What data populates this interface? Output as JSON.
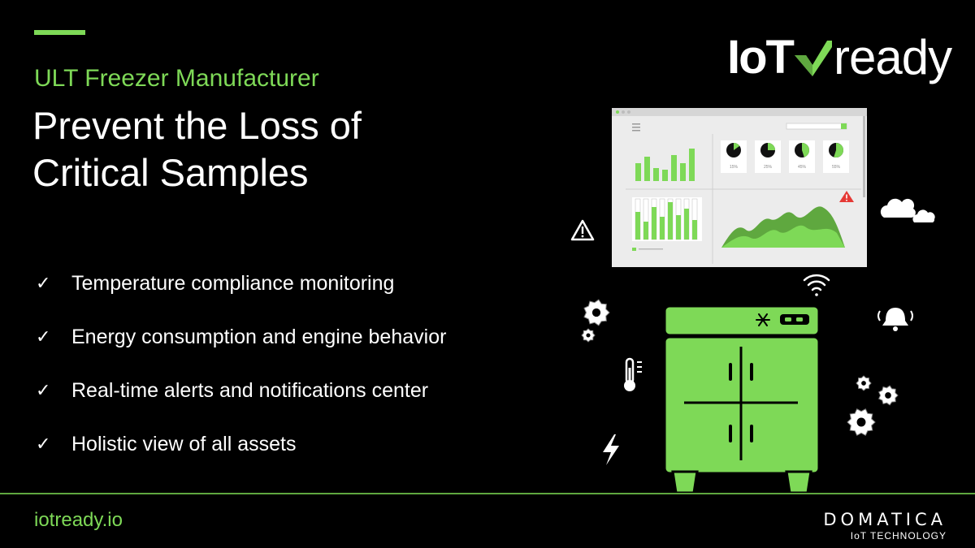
{
  "header": {
    "subtitle": "ULT Freezer Manufacturer",
    "title": "Prevent the Loss of Critical Samples"
  },
  "features": [
    "Temperature compliance monitoring",
    "Energy consumption and engine behavior",
    "Real-time alerts and notifications center",
    "Holistic view of all assets"
  ],
  "check_glyph": "✓",
  "footer": {
    "website": "iotready.io",
    "company": "DOMATICA",
    "company_tagline": "IoT TECHNOLOGY"
  },
  "brand": {
    "iot": "IoT",
    "ready": "ready"
  },
  "dashboard": {
    "gauges": [
      "15%",
      "25%",
      "45%",
      "55%"
    ],
    "gauge_fractions": [
      0.15,
      0.25,
      0.45,
      0.55
    ]
  },
  "colors": {
    "background": "#000000",
    "accent": "#7ed957",
    "accent_dark": "#5fa83f",
    "text": "#ffffff",
    "alert": "#e53935"
  },
  "icons": [
    "warning-icon",
    "gear-icon",
    "thermometer-icon",
    "lightning-icon",
    "wifi-icon",
    "bell-icon",
    "cloud-icon",
    "snowflake-icon"
  ]
}
